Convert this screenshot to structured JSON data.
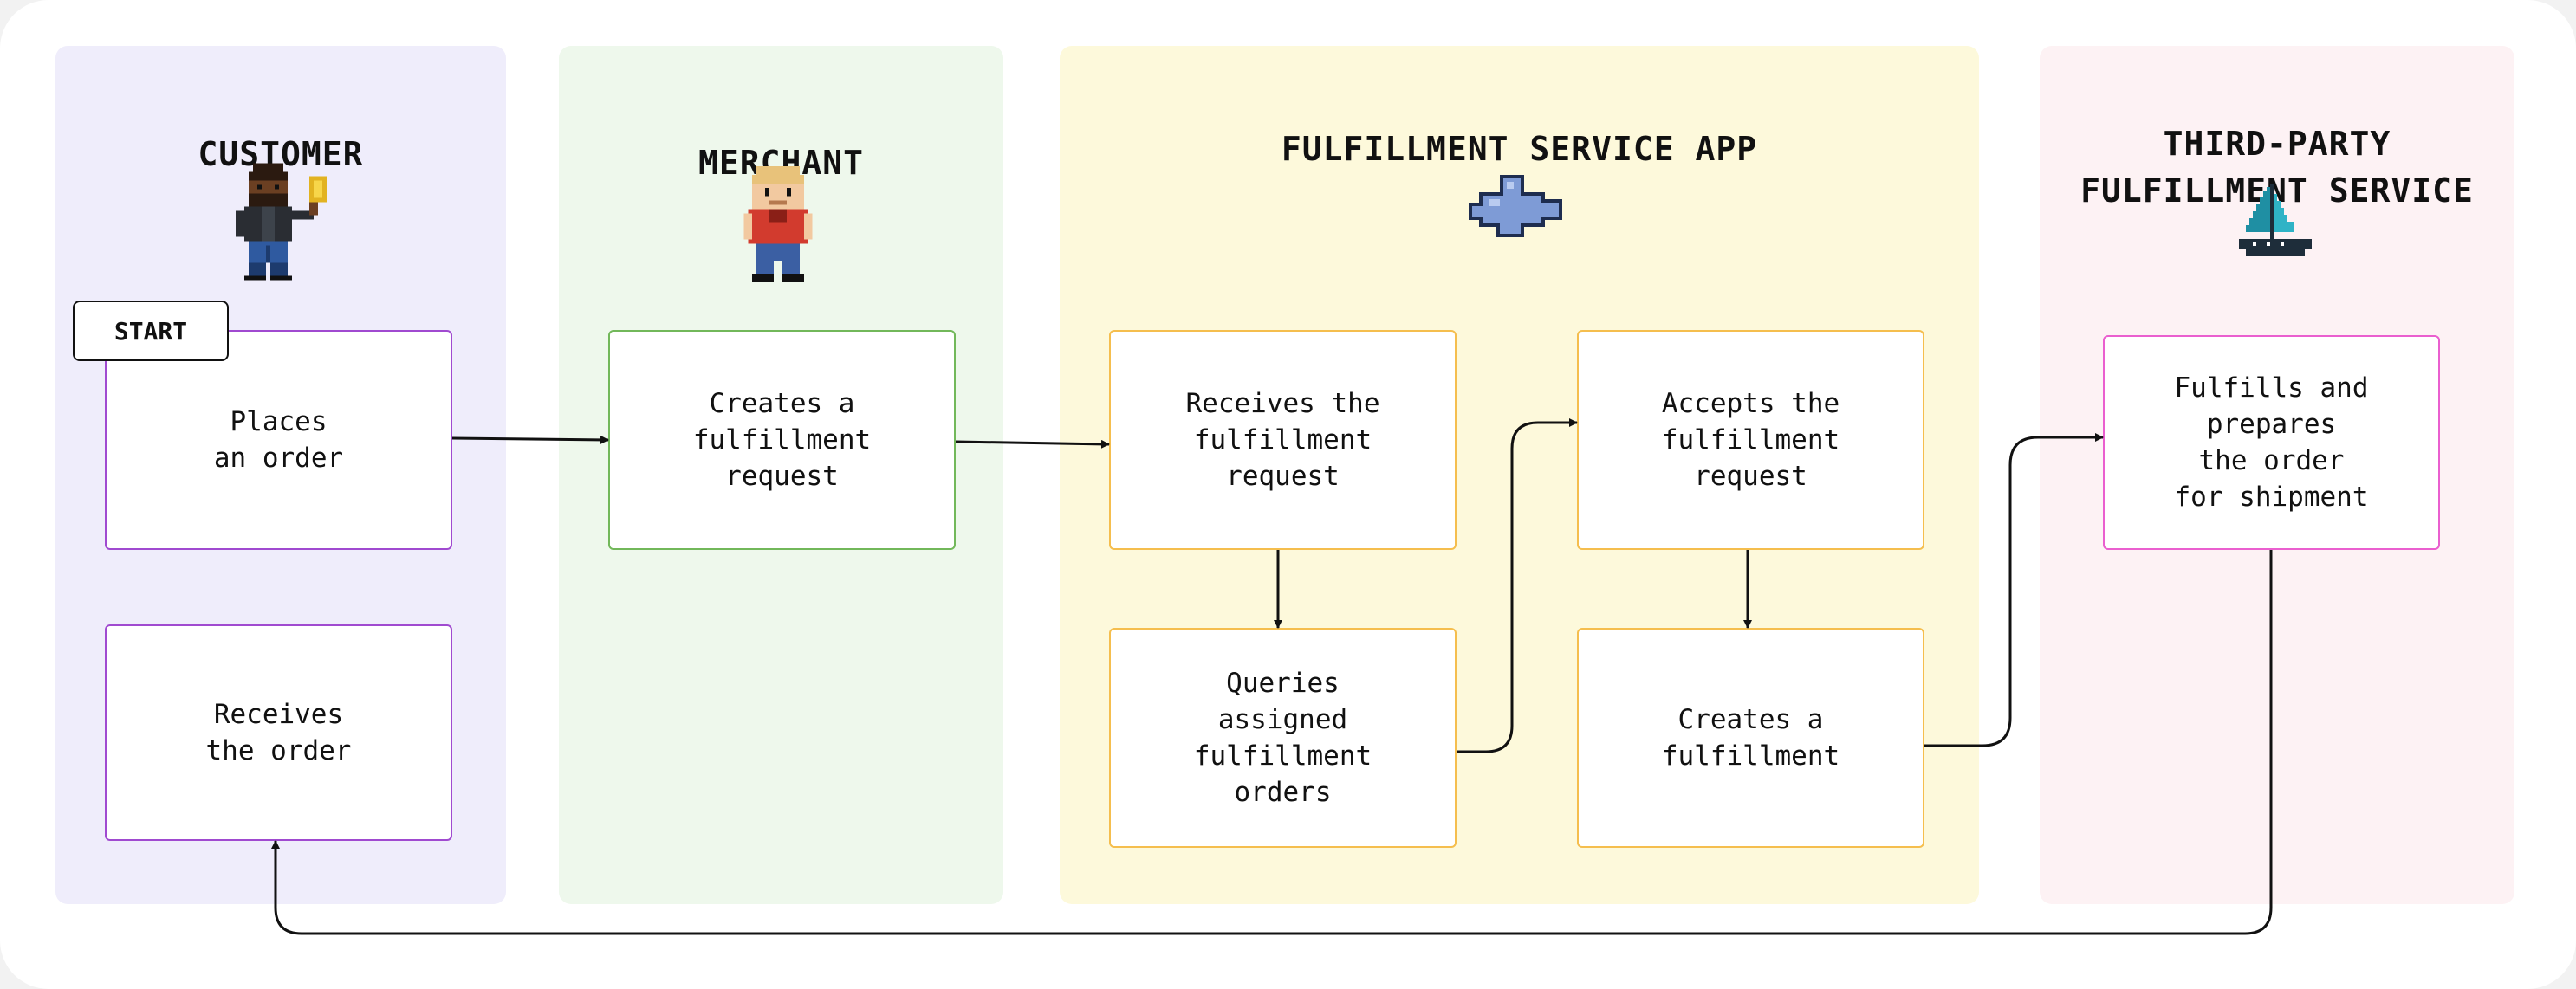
{
  "lanes": {
    "customer": {
      "title": "CUSTOMER",
      "avatar": "customer-holding-coin-icon"
    },
    "merchant": {
      "title": "MERCHANT",
      "avatar": "merchant-person-icon"
    },
    "app": {
      "title": "FULFILLMENT SERVICE APP",
      "avatar": "puzzle-piece-icon"
    },
    "third_party": {
      "title": "THIRD-PARTY\nFULFILLMENT SERVICE",
      "avatar": "sailboat-icon"
    }
  },
  "start_label": "START",
  "steps": {
    "places_order": "Places\nan order",
    "receives_order": "Receives\nthe order",
    "creates_request": "Creates a\nfulfillment\nrequest",
    "receives_request": "Receives the\nfulfillment\nrequest",
    "queries_orders": "Queries\nassigned\nfulfillment\norders",
    "accepts_request": "Accepts the\nfulfillment\nrequest",
    "creates_fulfillment": "Creates a\nfulfillment",
    "fulfills_prepares": "Fulfills and\nprepares\nthe order\nfor shipment"
  },
  "colors": {
    "customer_lane": "#efedfb",
    "merchant_lane": "#eef8ec",
    "app_lane": "#fdf9db",
    "third_party_lane": "#fdf2f4",
    "customer_border": "#a04ad0",
    "merchant_border": "#72b85a",
    "app_border": "#f5be4e",
    "third_party_border": "#ea5fcf",
    "arrow": "#111111"
  }
}
